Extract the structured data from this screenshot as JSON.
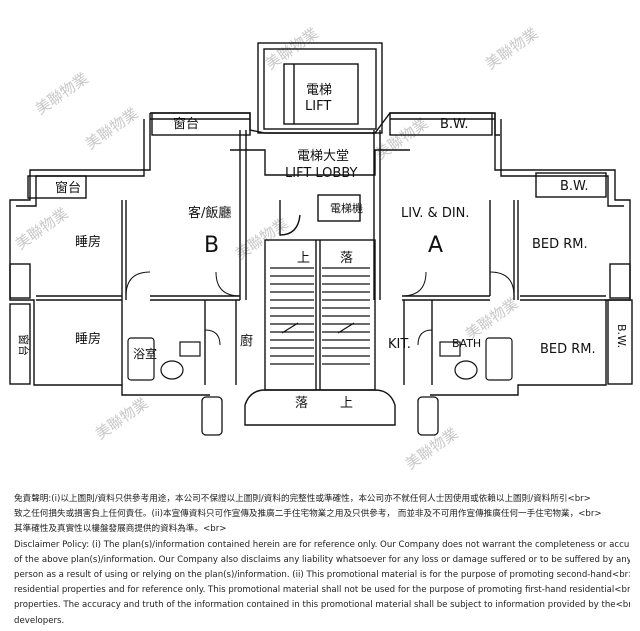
{
  "plan": {
    "lift": {
      "zh": "電梯",
      "en": "LIFT"
    },
    "lift_lobby": {
      "zh": "電梯大堂",
      "en": "LIFT LOBBY"
    },
    "flat_b": {
      "letter": "B",
      "living_dining": "客/飯廳",
      "balcony_top": "窗台",
      "balcony_left": "窗台",
      "balcony_side": "窗台",
      "bedroom_1": "睡房",
      "bedroom_2": "睡房",
      "bathroom": "浴室",
      "kitchen": "廚"
    },
    "flat_a": {
      "letter": "A",
      "living_dining": "LIV. & DIN.",
      "bay_window_top": "B.W.",
      "bay_window_right": "B.W.",
      "bay_window_side": "B.W.",
      "bedroom_1": "BED RM.",
      "bedroom_2": "BED RM.",
      "kitchen": "KIT.",
      "bathroom": "BATH"
    },
    "stairs": {
      "up_top": "上",
      "down_top": "落",
      "down_bottom": "落",
      "up_bottom": "上"
    },
    "lift_machine": "電梯機"
  },
  "watermark": "美聯物業",
  "disclaimer_lines": [
    "免責聲明:(i)以上圖則/資料只供參考用途，本公司不保證以上圖則/資料的完整性或準確性，本公司亦不就任何人士因使用或依賴以上圖則/資料所引<br>",
    "致之任何損失或損害負上任何責任。(ii)本宣傳資料只可作宣傳及推廣二手住宅物業之用及只供參考， 而並非及不可用作宣傳推廣任何一手住宅物業，<br>",
    "其準確性及真實性以樓盤發展商提供的資料為準。<br>",
    "Disclaimer Policy: (i) The plan(s)/information contained herein are for reference only. Our Company does not warrant the completeness or accuracy<br>",
    "of the above plan(s)/information. Our Company also disclaims any liability whatsoever for any loss or damage suffered or to be suffered by any<br>",
    "person as a result of using or relying on the plan(s)/information. (ii) This promotional material is for the purpose of promoting second-hand<br>",
    "residential properties and for reference only. This promotional material shall not be used for the purpose of promoting first-hand residential<br>",
    "properties. The accuracy and truth of the information contained in this promotional material shall be subject to information provided by the<br>",
    "developers."
  ]
}
